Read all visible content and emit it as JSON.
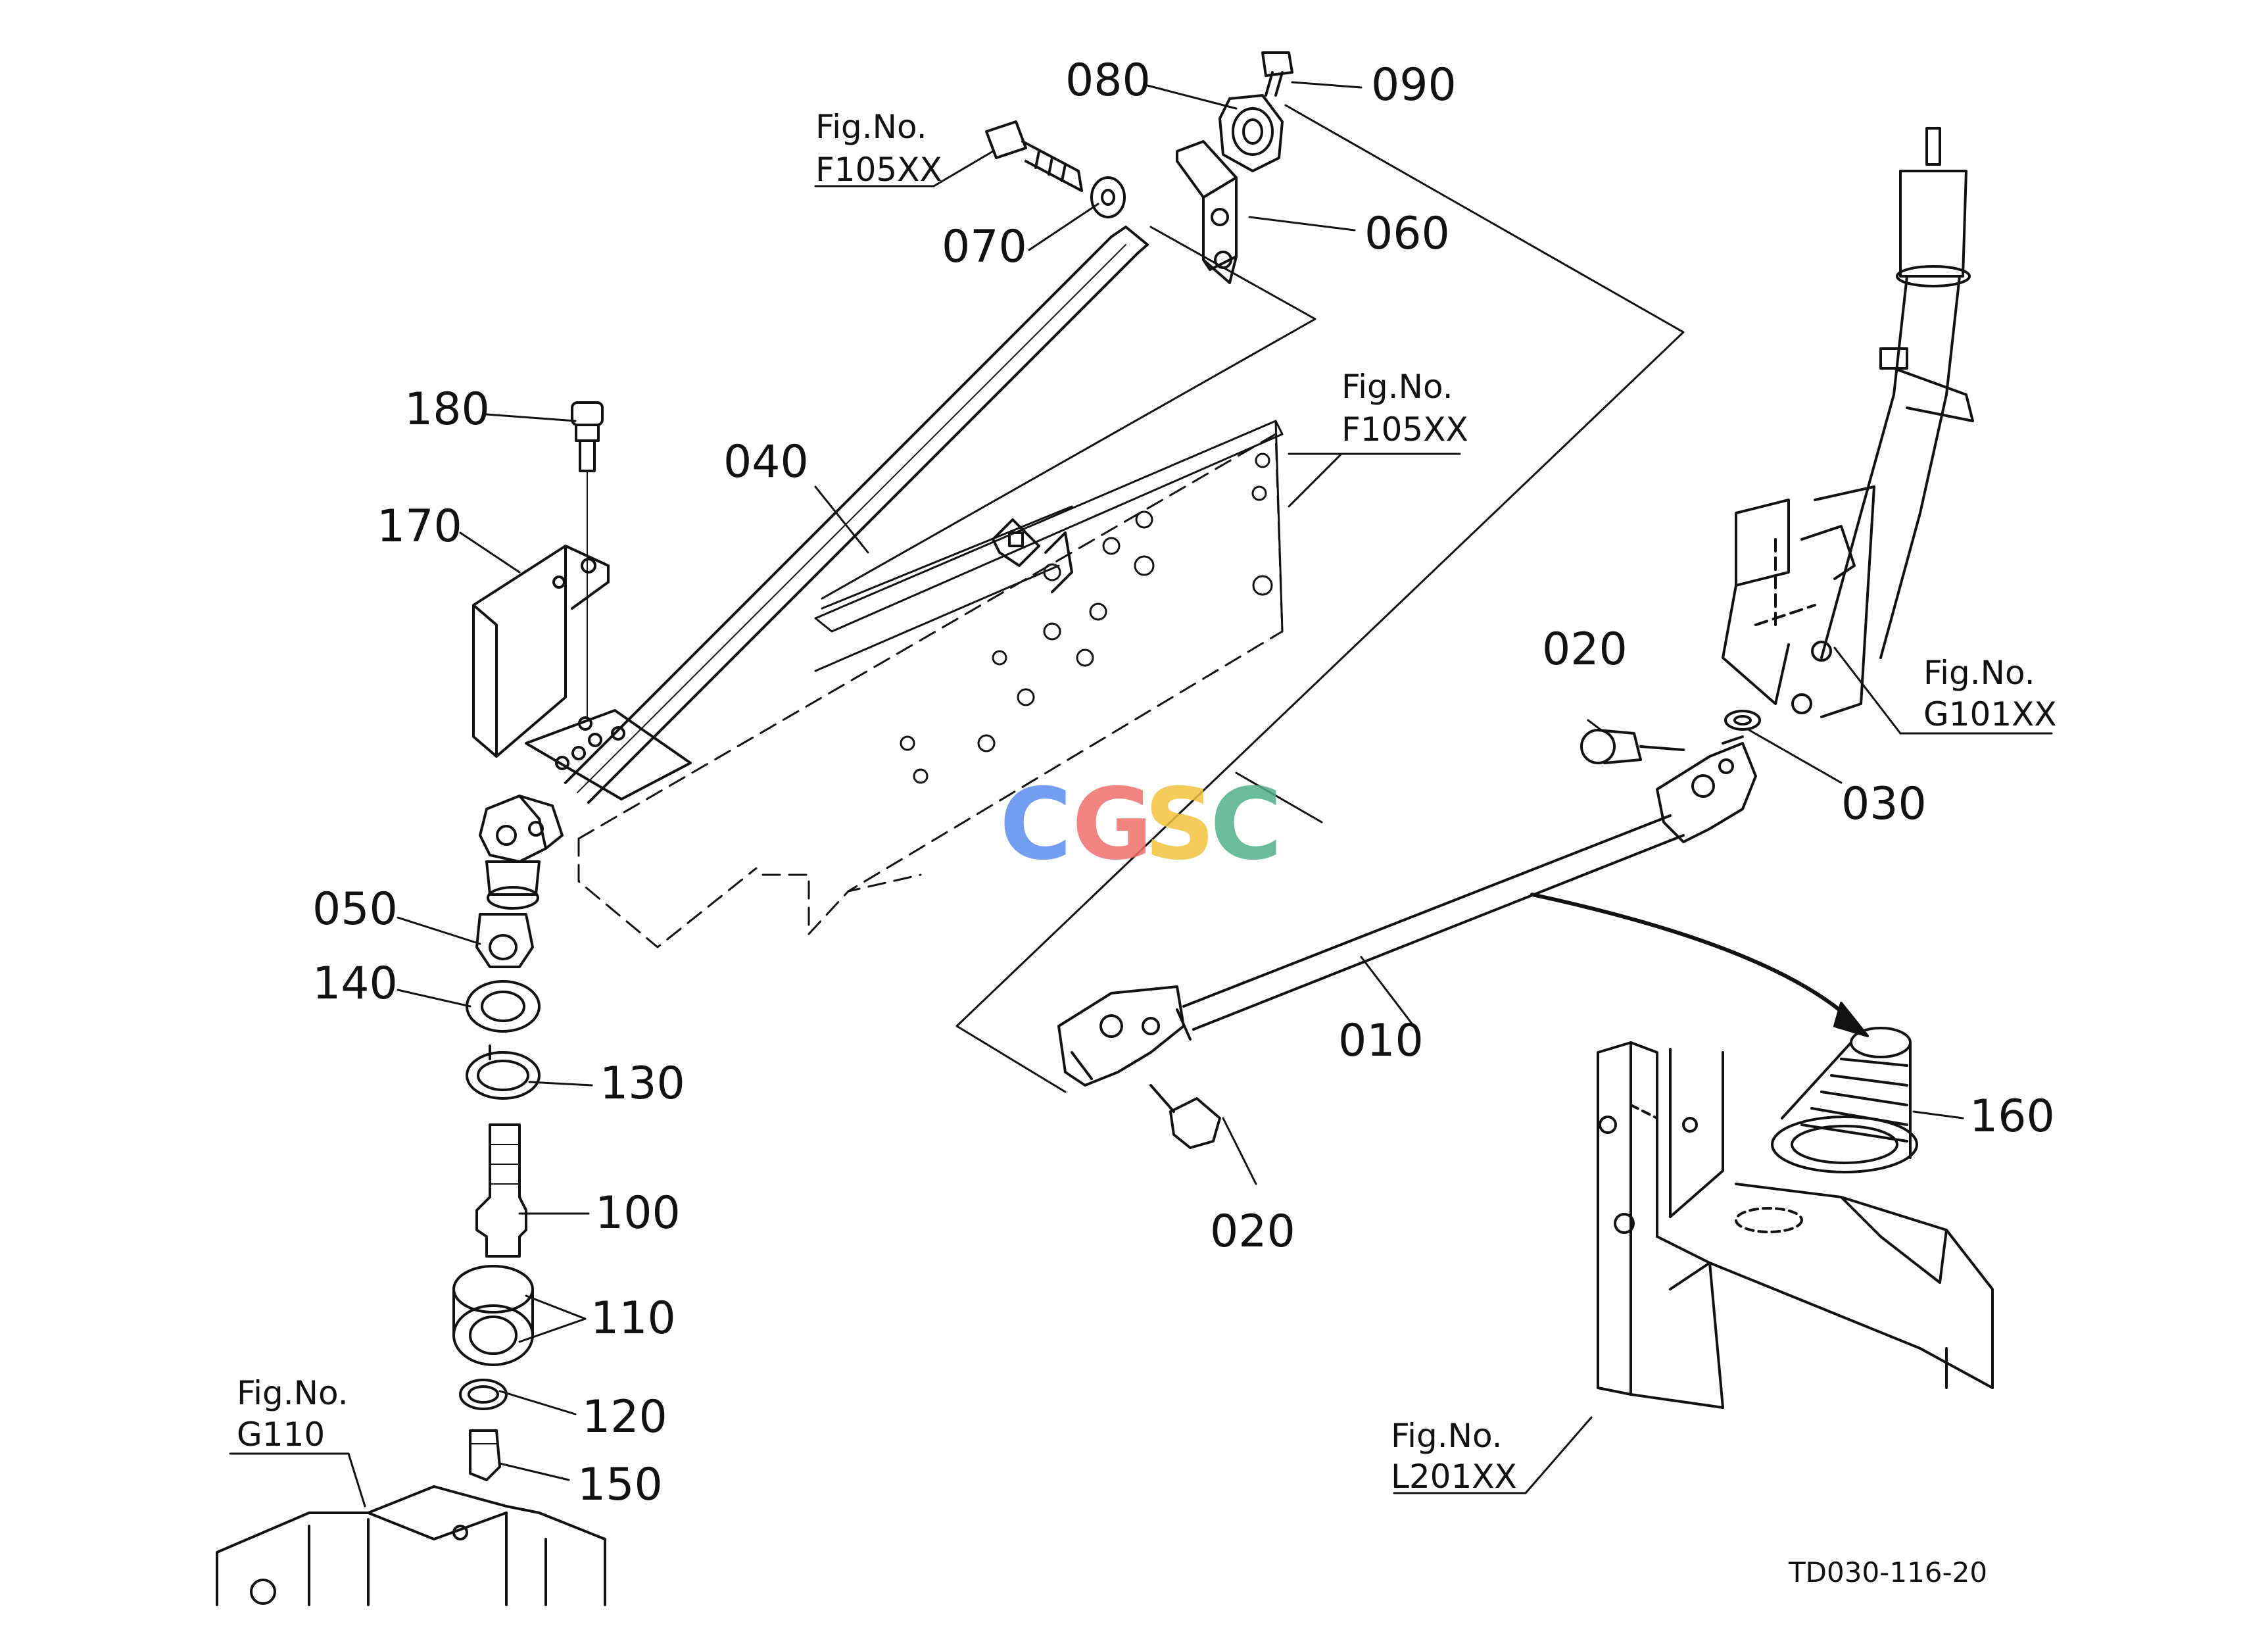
{
  "drawing_code": "TD030-116-20",
  "watermark": {
    "letters": [
      "C",
      "G",
      "S",
      "C"
    ],
    "colors": [
      "#5b8def",
      "#ef6f6c",
      "#f3c33c",
      "#4fb08a"
    ]
  },
  "part_labels": {
    "p010": "010",
    "p020a": "020",
    "p020b": "020",
    "p030": "030",
    "p040": "040",
    "p050": "050",
    "p060": "060",
    "p070": "070",
    "p080": "080",
    "p090": "090",
    "p100": "100",
    "p110": "110",
    "p120": "120",
    "p130": "130",
    "p140": "140",
    "p150": "150",
    "p160": "160",
    "p170": "170",
    "p180": "180"
  },
  "figure_refs": {
    "ref_f105_top": {
      "line1": "Fig.No.",
      "line2": "F105XX"
    },
    "ref_f105_frame": {
      "line1": "Fig.No.",
      "line2": "F105XX"
    },
    "ref_g101": {
      "line1": "Fig.No.",
      "line2": "G101XX"
    },
    "ref_g110": {
      "line1": "Fig.No.",
      "line2": "G110"
    },
    "ref_l201": {
      "line1": "Fig.No.",
      "line2": "L201XX"
    }
  }
}
